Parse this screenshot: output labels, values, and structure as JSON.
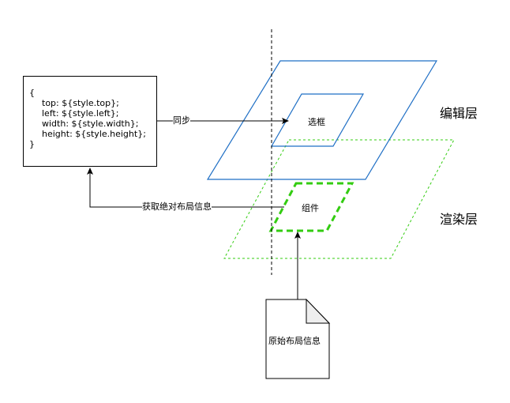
{
  "code_box": {
    "lines": [
      "{",
      "top: ${style.top};",
      "left: ${style.left};",
      "width: ${style.width};",
      "height: ${style.height};",
      "}"
    ]
  },
  "edges": {
    "sync_label": "同步",
    "get_absolute_layout_label": "获取绝对布局信息"
  },
  "layers": {
    "edit_layer_label": "编辑层",
    "render_layer_label": "渲染层"
  },
  "shapes": {
    "selection_box_label": "选框",
    "component_label": "组件",
    "original_layout_doc_label": "原始布局信息"
  },
  "colors": {
    "edit_layer": "#1f6fc5",
    "render_layer": "#33cc11",
    "stroke": "#000000",
    "doc_fold": "#eeeeee"
  }
}
